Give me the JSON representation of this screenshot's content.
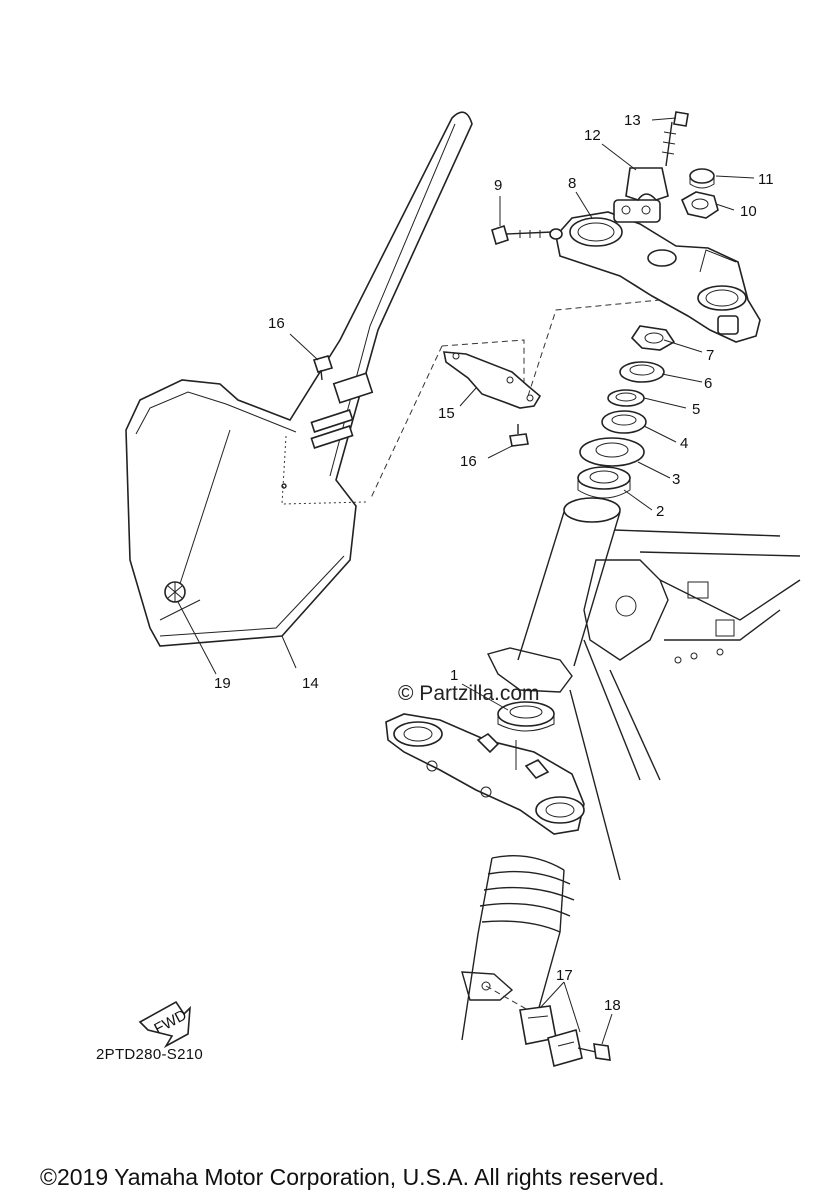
{
  "callouts": [
    "1",
    "2",
    "3",
    "4",
    "5",
    "6",
    "7",
    "8",
    "9",
    "10",
    "11",
    "12",
    "13",
    "14",
    "15",
    "16",
    "16",
    "17",
    "18",
    "19"
  ],
  "direction_badge": "FWD",
  "diagram_code": "2PTD280-S210",
  "watermark": "© Partzilla.com",
  "copyright": "©2019 Yamaha Motor Corporation, U.S.A. All rights reserved."
}
